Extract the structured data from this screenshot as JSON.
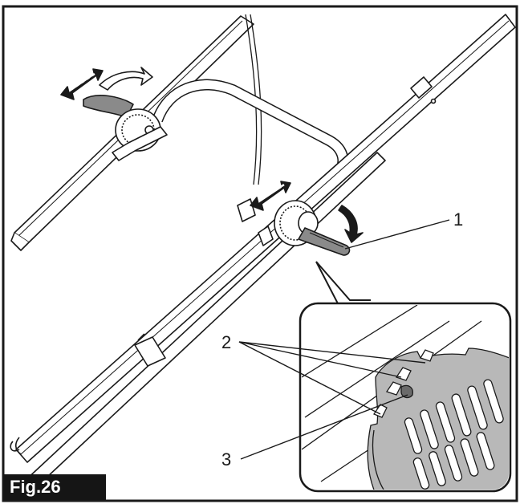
{
  "figure": {
    "label": "Fig.26",
    "callouts": [
      {
        "id": "1",
        "text": "1"
      },
      {
        "id": "2",
        "text": "2"
      },
      {
        "id": "3",
        "text": "3"
      }
    ]
  },
  "colors": {
    "line": "#1a1a1a",
    "fill_light": "#ffffff",
    "fill_grey": "#b8b8b8",
    "fill_dark": "#6a6a6a",
    "label_bg": "#151515",
    "label_text": "#ffffff"
  },
  "icons": [
    "adjustment-arrow-icon",
    "rotate-arrow-icon",
    "lever-icon",
    "gear-ratchet-icon"
  ]
}
